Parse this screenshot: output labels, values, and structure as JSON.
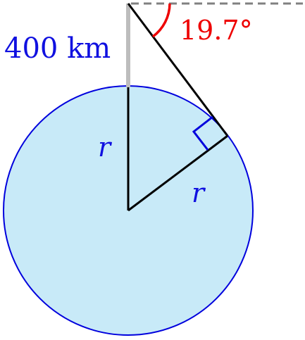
{
  "diagram": {
    "altitude_label": "400 km",
    "angle_label": "19.7°",
    "radius_label_vertical": "r",
    "radius_label_slanted": "r"
  },
  "colors": {
    "planet_fill": "#c8eaf8",
    "planet_stroke": "#0000dd",
    "text_blue": "#1010e0",
    "angle_red": "#ee0000",
    "altitude_bar": "#bdbdbd",
    "horizon_dash": "#808080",
    "line_black": "#000000",
    "right_angle_mark": "#0000dd"
  }
}
